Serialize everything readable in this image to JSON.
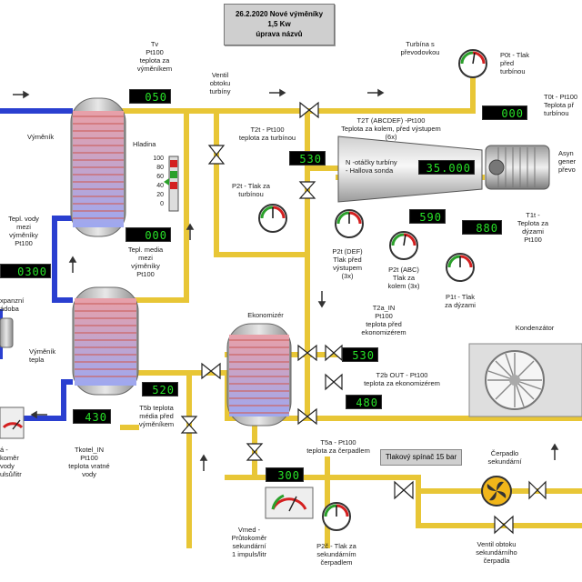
{
  "title": {
    "line1": "26.2.2020 Nové výměníky",
    "line2": "1,5 Kw",
    "line3": "úprava názvů"
  },
  "labels": {
    "tv": "Tv\nPt100\nteplota za\nvýměníkem",
    "vymenik": "Výměník",
    "hladina": "Hladina",
    "ventil_obtoku_turbiny": "Ventil\nobtoku\nturbíny",
    "turbina_s_prevodovkou": "Turbína s\npřevodovkou",
    "p0t": "P0t - Tlak\npřed\nturbínou",
    "t0t": "T0t - Pt100\nTeplota př\nturbínou",
    "t2t_pt100": "T2t - Pt100\nteplota za turbínou",
    "t2t_abcdef": "T2T (ABCDEF) -Pt100\nTeplota za kolem, před výstupem\n(6x)",
    "n_otacky": "N -otáčky turbíny\n- Hallova sonda",
    "asyn": "Asyn\ngener\npřevo",
    "p2t_tlak_za_turbinou": "P2t - Tlak za\nturbínou",
    "p2t_def": "P2t (DEF)\nTlak před\nvýstupem\n(3x)",
    "p2t_abc": "P2t (ABC)\nTlak za\nkolem (3x)",
    "t1t": "T1t -\nTeplota za\ndýzami\nPt100",
    "p1t": "P1t - Tlak\nza dýzami",
    "tepl_vody": "Tepl. vody\nmezi\nvýměníky\nPt100",
    "tepl_media": "Tepl. media\nmezi\nvýměníky\nPt100",
    "expanzni": "xpanzní\nádoba",
    "vymenik_tepla": "Výměník\ntepla",
    "ekonomizer": "Ekonomizér",
    "kondenzator": "Kondenzátor",
    "t2a_in": "T2a_IN\nPt100\nteplota před\nekonomizérem",
    "t2b_out": "T2b OUT - Pt100\nteplota za ekonomizérem",
    "t5b": "T5b teplota\nmédia před\nvýměníkem",
    "tkotel": "Tkotel_IN\nPt100\nteplota vratné\nvody",
    "t5a": "T5a - Pt100\nteplota za čerpadlem",
    "prutokomer_left": "á -\nkoměr\nvody\nulsů/litr",
    "vmed": "Vmed -\nPrůtokoměr\nsekundární\n1 impuls/litr",
    "p2c": "P2č - Tlak za\nsekundárním\nčerpadlem",
    "cerpadlo": "Čerpadlo\nsekundární",
    "ventil_obtoku_sek": "Ventil obtoku\nsekundárního\nčerpadla"
  },
  "level_scale": [
    "100",
    "80",
    "60",
    "40",
    "20",
    "0"
  ],
  "switch_label": "Tlakový spínač 15 bar",
  "displays": {
    "tv": "050",
    "t0t": "000",
    "t2t": "530",
    "n": "35.000",
    "p2t_abc": "590",
    "t1t": "880",
    "media": "000",
    "water": "0300",
    "t2a": "530",
    "t2b": "480",
    "t5b": "520",
    "tkotel": "430",
    "t5a": "300"
  },
  "gauges": [
    {
      "name": "p0t-gauge",
      "level": 0.55
    },
    {
      "name": "p2t-turbine-gauge",
      "level": 0.5
    },
    {
      "name": "p2t-def-gauge",
      "level": 0.5
    },
    {
      "name": "p2t-abc-gauge",
      "level": 0.55
    },
    {
      "name": "p1t-gauge",
      "level": 0.5
    },
    {
      "name": "p2c-gauge",
      "level": 0.5
    }
  ],
  "colors": {
    "pipe": "#e8c636",
    "pipe_cold": "#2a3fd0",
    "led_text": "#28e228",
    "indicator_red": "#d42020",
    "indicator_green": "#2ba02b"
  }
}
